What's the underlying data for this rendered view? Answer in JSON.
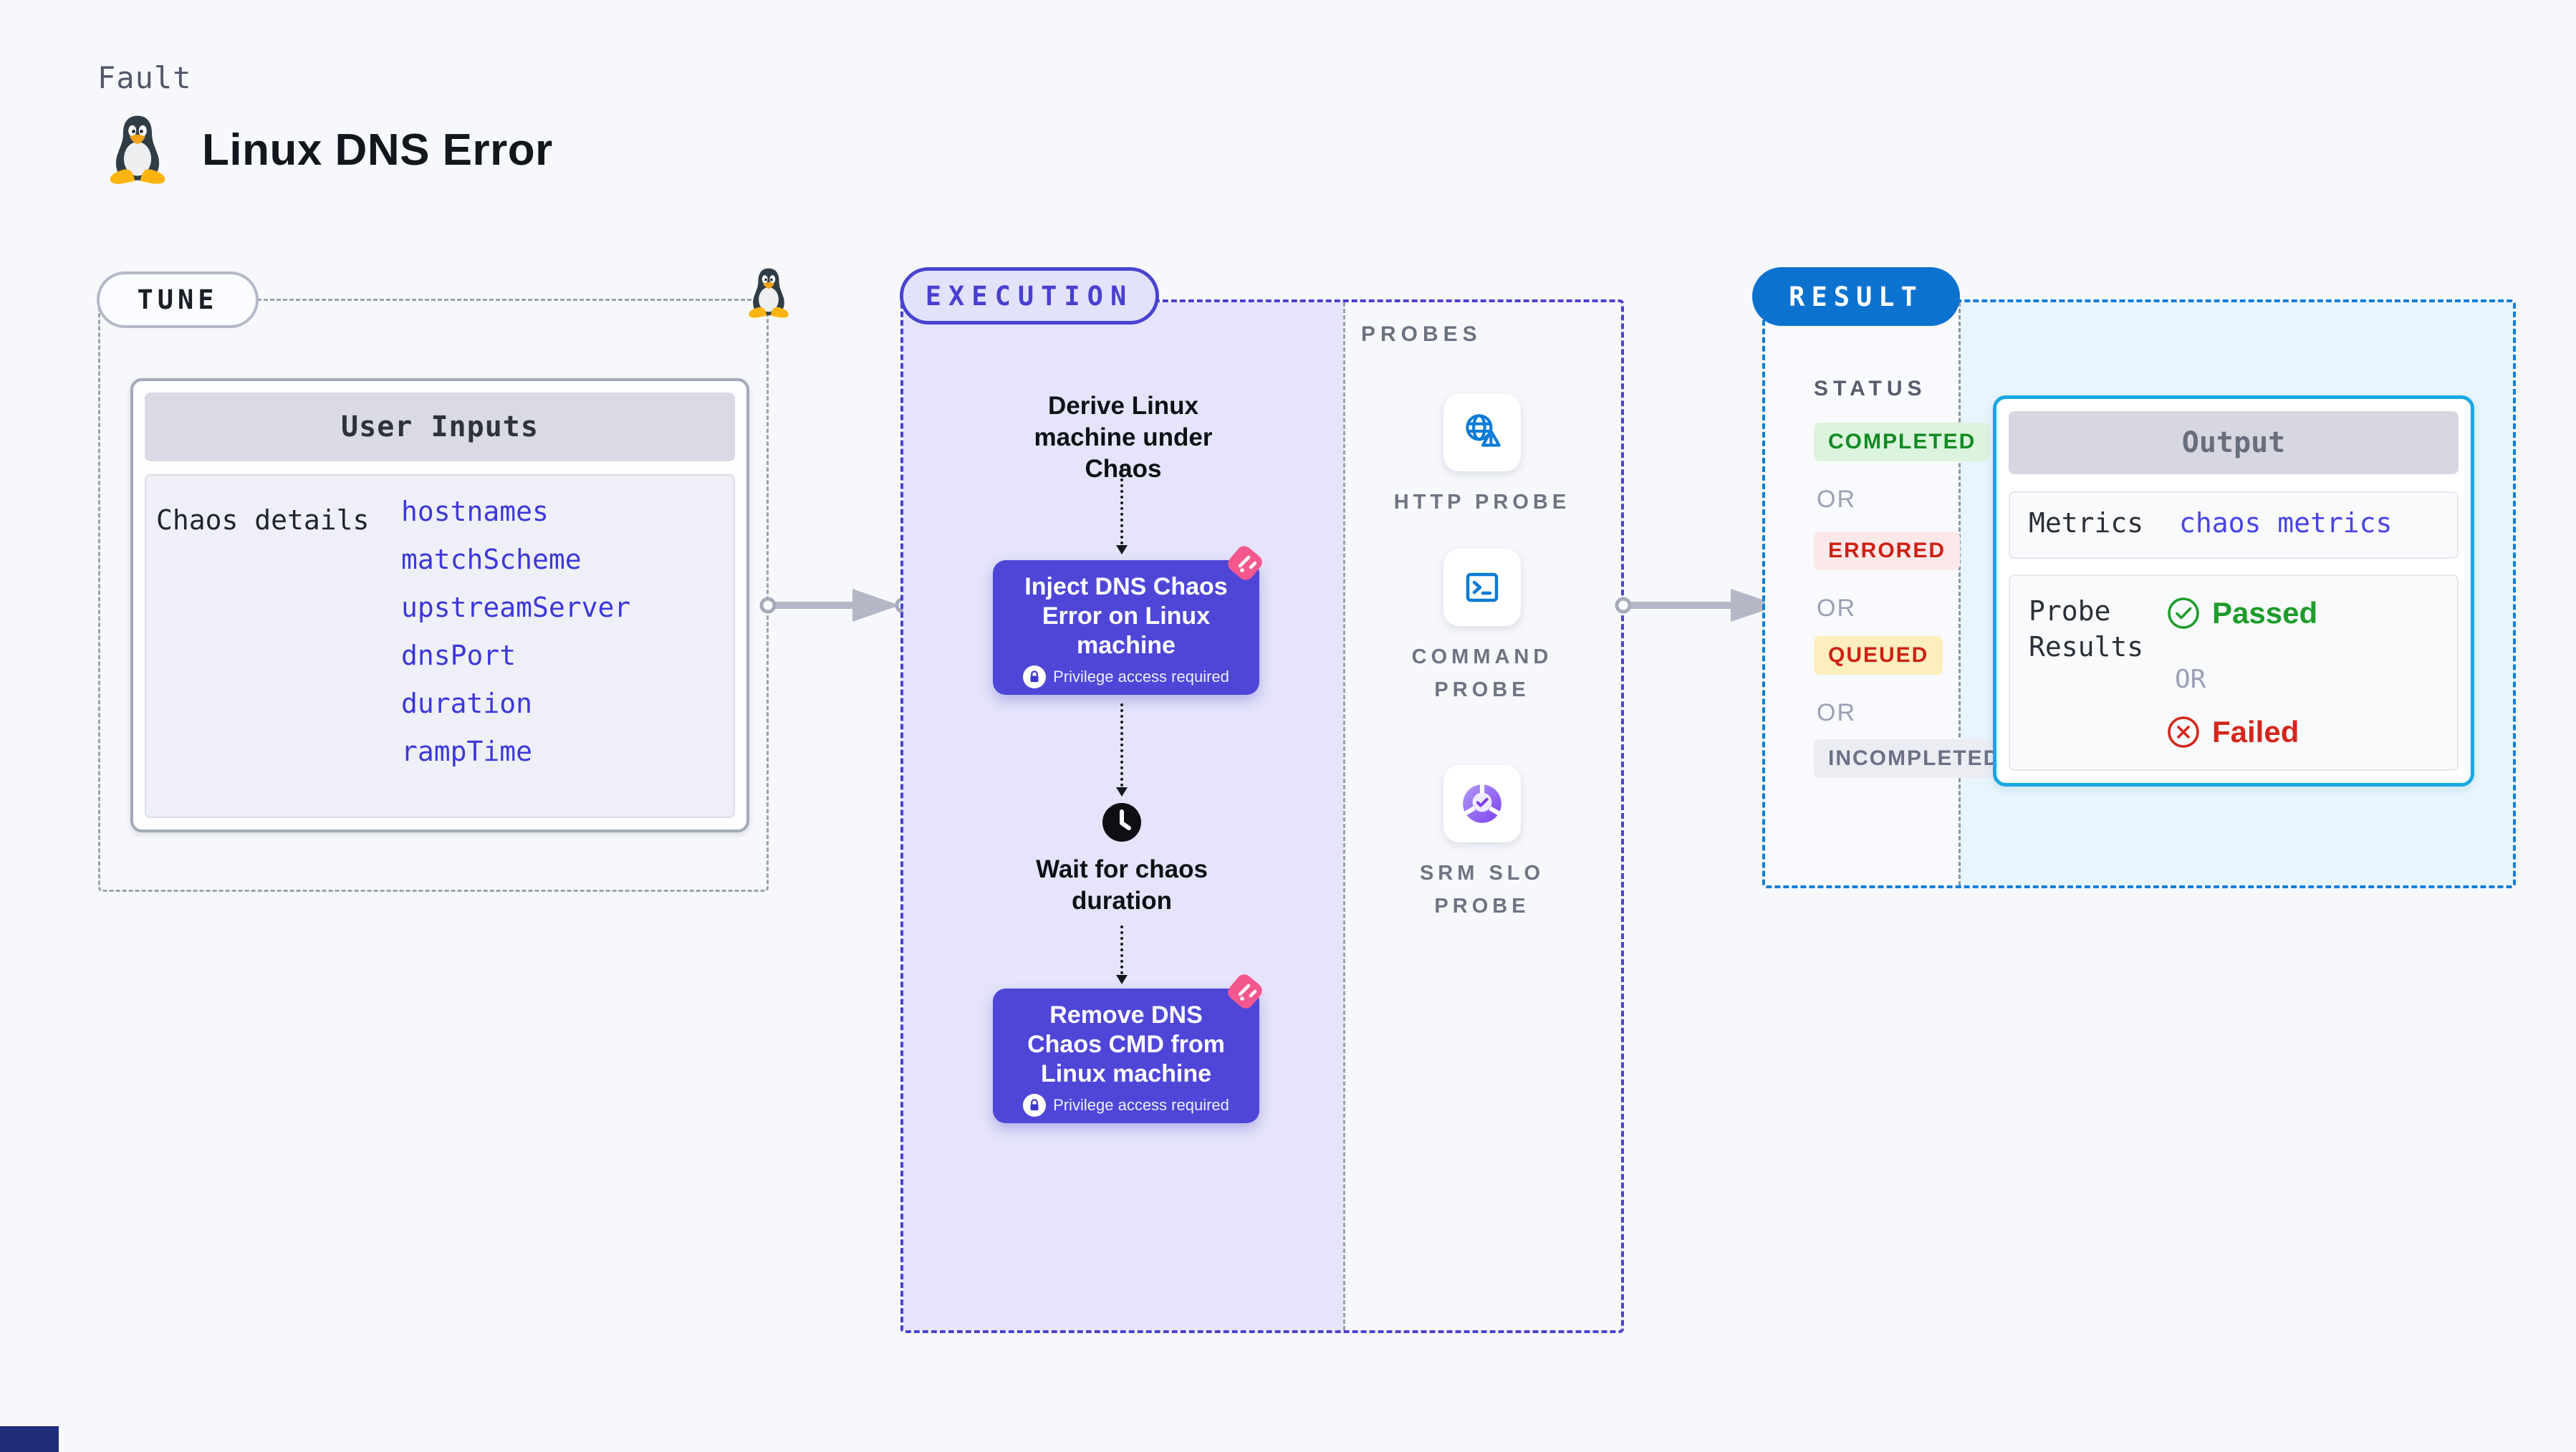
{
  "header": {
    "kicker": "Fault",
    "title": "Linux DNS Error",
    "title_icon": "tux-icon"
  },
  "tune": {
    "label": "TUNE",
    "corner_icon": "tux-icon",
    "user_inputs": {
      "title": "User Inputs",
      "row_label": "Chaos details",
      "values": [
        "hostnames",
        "matchScheme",
        "upstreamServer",
        "dnsPort",
        "duration",
        "rampTime"
      ]
    }
  },
  "execution": {
    "label": "EXECUTION",
    "derive_step": "Derive Linux machine under Chaos",
    "inject_step": {
      "title": "Inject DNS Chaos Error on Linux machine",
      "note": "Privilege access required",
      "icons": [
        "chaos-logo-icon",
        "lock-icon"
      ]
    },
    "wait_step": {
      "title": "Wait for chaos duration",
      "icon": "clock-icon"
    },
    "remove_step": {
      "title": "Remove DNS Chaos CMD from Linux machine",
      "note": "Privilege access required",
      "icons": [
        "chaos-logo-icon",
        "lock-icon"
      ]
    },
    "probes": {
      "label": "PROBES",
      "items": [
        {
          "label": "HTTP PROBE",
          "icon": "globe-alert-icon"
        },
        {
          "label": "COMMAND PROBE",
          "icon": "terminal-icon"
        },
        {
          "label": "SRM SLO PROBE",
          "icon": "slo-donut-check-icon"
        }
      ]
    }
  },
  "result": {
    "label": "RESULT",
    "status": {
      "label": "STATUS",
      "separator": "OR",
      "badges": [
        {
          "text": "COMPLETED",
          "color": "#128a25",
          "bg": "#dcf3dd"
        },
        {
          "text": "ERRORED",
          "color": "#cc2114",
          "bg": "#fbe9e9"
        },
        {
          "text": "QUEUED",
          "color": "#cc2114",
          "bg": "#fdeebe"
        },
        {
          "text": "INCOMPLETED",
          "color": "#6b7186",
          "bg": "#ecedf3"
        }
      ]
    },
    "output": {
      "title": "Output",
      "metrics_label": "Metrics",
      "metrics_value": "chaos metrics",
      "probe_results_label": "Probe Results",
      "separator": "OR",
      "passed": "Passed",
      "failed": "Failed",
      "passed_icon": "check-circle-icon",
      "failed_icon": "x-circle-icon"
    }
  },
  "colors": {
    "page_bg": "#f7f8fc",
    "indigo": "#4a43cf",
    "indigo_fill": "#e5e4fa",
    "step_button": "#4f46d8",
    "result_blue": "#0b72cf",
    "result_dash": "#0f7fd9",
    "output_border": "#17a8e1",
    "output_bg": "#e8f5fc",
    "pink_chaos": "#f4578d",
    "probe_icon_blue": "#0b7bd6",
    "green": "#1d9c2b",
    "red": "#cc2114",
    "gray_dash": "#9aa1ae"
  }
}
